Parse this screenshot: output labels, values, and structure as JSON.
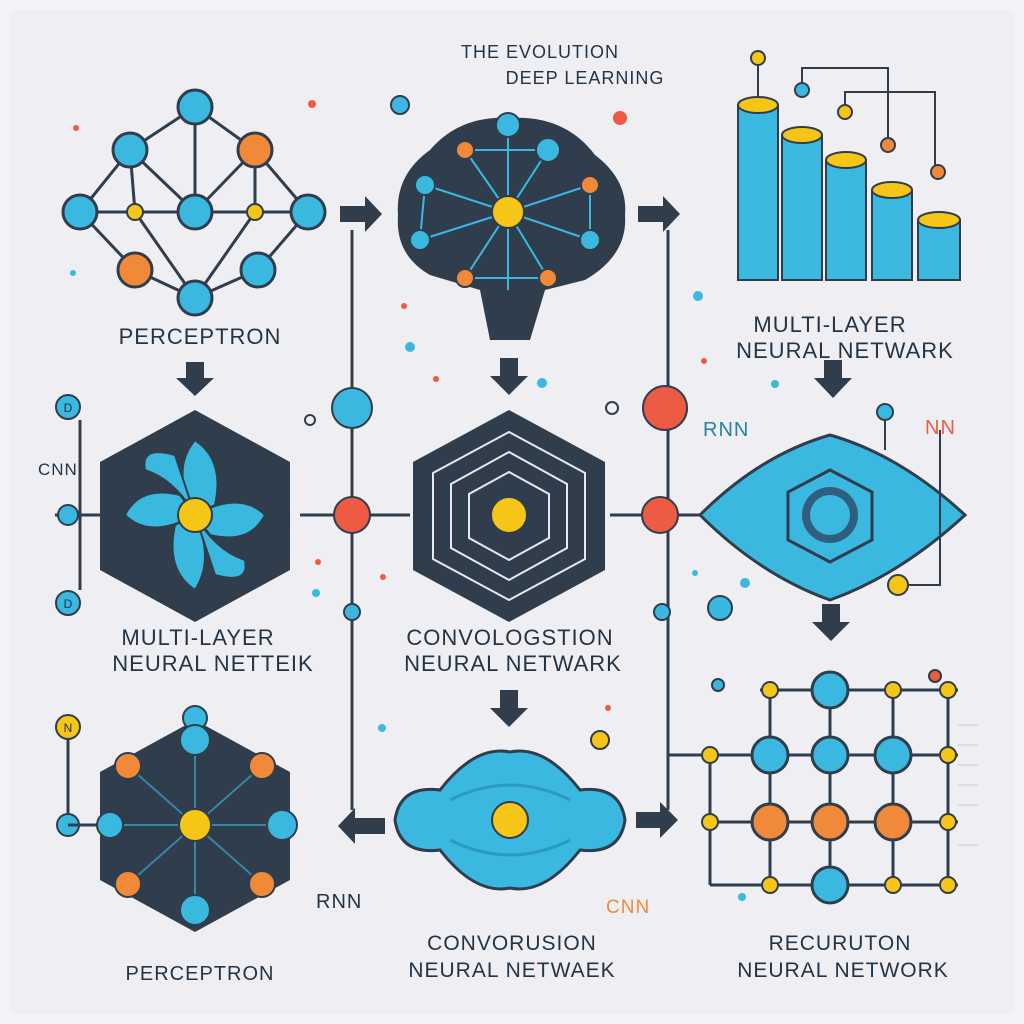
{
  "title": {
    "line1": "THE EVOLUTION",
    "line2": "DEEP LEARNING"
  },
  "labels": {
    "perceptron_top": "PERCEPTRON",
    "mlnn_top_line1": "MULTI-LAYER",
    "mlnn_top_line2": "NEURAL NETWARK",
    "cnn_side": "CNN",
    "rnn_mid": "RNN",
    "nn_right": "NN",
    "mlnn_mid_line1": "MULTI-LAYER",
    "mlnn_mid_line2": "NEURAL NETTEIK",
    "conv_mid_line1": "CONVOLOGSTION",
    "conv_mid_line2": "NEURAL NETWARK",
    "rnn_bottom": "RNN",
    "cnn_bottom": "CNN",
    "perceptron_bottom": "PERCEPTRON",
    "conv_bottom_line1": "CONVORUSION",
    "conv_bottom_line2": "NEURAL NETWAEK",
    "recur_line1": "RECURUTON",
    "recur_line2": "NEURAL NETWORK",
    "badge_n": "N",
    "badge_d": "D"
  },
  "colors": {
    "dark": "#2f3d4d",
    "cyan": "#3bb8e0",
    "orange": "#f08a3a",
    "red": "#ee5b45",
    "yellow": "#f5c518",
    "text": "#243447",
    "background": "#efeff3"
  }
}
